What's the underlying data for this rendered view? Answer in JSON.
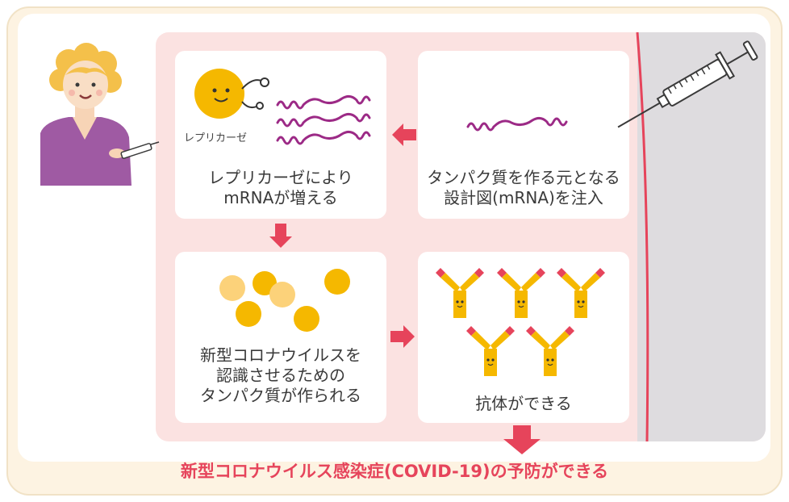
{
  "steps": {
    "replicase": {
      "line1": "レプリカーゼにより",
      "line2": "mRNAが増える",
      "enzyme_label": "レプリカーゼ"
    },
    "inject": {
      "line1": "タンパク質を作る元となる",
      "line2": "設計図(mRNA)を注入"
    },
    "protein": {
      "line1": "新型コロナウイルスを",
      "line2": "認識させるための",
      "line3": "タンパク質が作られる"
    },
    "antibody": {
      "line1": "抗体ができる"
    }
  },
  "result": "新型コロナウイルス感染症(COVID-19)の予防ができる",
  "colors": {
    "accent": "#e6445b",
    "pink_bg": "#fbe2e1",
    "frame": "#fdf3e2",
    "mrna": "#9c2a86",
    "yellow": "#f5b800"
  }
}
